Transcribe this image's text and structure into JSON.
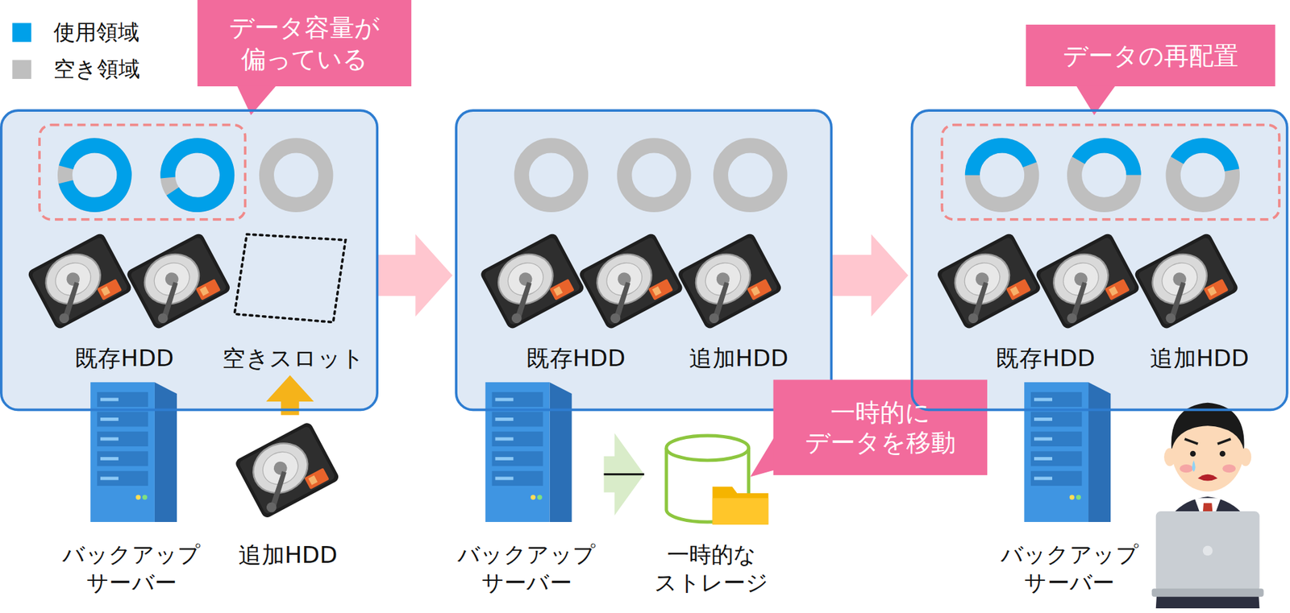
{
  "diagram": {
    "nodes": [
      {
        "text": [
          "データ容量が 偏っている"
        ]
      },
      {
        "text": [
          "既存HDD"
        ]
      },
      {
        "text": [
          "空きスロット"
        ],
        "in": 1
      },
      {
        "text": [
          "バックアップ サーバー"
        ]
      },
      {
        "text": [
          "追加HDD"
        ]
      },
      {
        "text": [
          "既存HDD",
          "追加HDD"
        ]
      },
      {
        "text": [
          "バックアップ サーバー"
        ]
      },
      {
        "text": [
          "一時的な ストレージ"
        ]
      },
      {
        "text": [
          "一時的に データを移動"
        ]
      },
      {
        "text": [
          "データの再配置"
        ]
      },
      {
        "text": [
          "既存HDD",
          "追加HDD"
        ]
      },
      {
        "text": [
          "バックアップ サーバー"
        ]
      }
    ],
    "edges": [
      {
        "from": 4,
        "to": 2,
        "arrow": "to"
      },
      {
        "from": 1,
        "to": 5,
        "arrow": "to"
      },
      {
        "from": 5,
        "to": 10,
        "arrow": "to"
      },
      {
        "from": 6,
        "to": 7,
        "arrow": "to"
      }
    ],
    "legend": [
      {
        "text": "使用領域",
        "color": "#00a0e9"
      },
      {
        "text": "空き領域",
        "color": "#bfbfbf"
      }
    ]
  }
}
